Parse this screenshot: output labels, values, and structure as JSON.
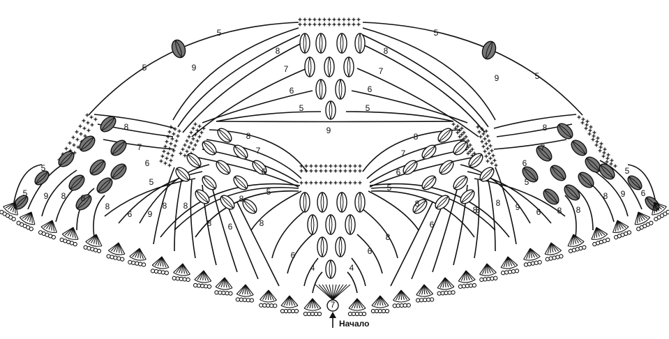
{
  "diagram": {
    "start_label": "Начало",
    "start_ring": "7",
    "labels": [
      {
        "t": "5"
      },
      {
        "t": "5"
      },
      {
        "t": "5"
      },
      {
        "t": "5"
      },
      {
        "t": "9"
      },
      {
        "t": "9"
      },
      {
        "t": "8"
      },
      {
        "t": "8"
      },
      {
        "t": "7"
      },
      {
        "t": "7"
      },
      {
        "t": "6"
      },
      {
        "t": "6"
      },
      {
        "t": "5"
      },
      {
        "t": "5"
      },
      {
        "t": "9"
      },
      {
        "t": "8"
      },
      {
        "t": "7"
      },
      {
        "t": "6"
      },
      {
        "t": "5"
      },
      {
        "t": "5"
      },
      {
        "t": "5"
      },
      {
        "t": "9"
      },
      {
        "t": "8"
      },
      {
        "t": "8"
      },
      {
        "t": "8"
      },
      {
        "t": "6"
      },
      {
        "t": "9"
      },
      {
        "t": "8"
      },
      {
        "t": "8"
      },
      {
        "t": "8"
      },
      {
        "t": "7"
      },
      {
        "t": "6"
      },
      {
        "t": "5"
      },
      {
        "t": "8"
      },
      {
        "t": "7"
      },
      {
        "t": "6"
      },
      {
        "t": "5"
      },
      {
        "t": "8"
      },
      {
        "t": "6"
      },
      {
        "t": "8"
      },
      {
        "t": "8"
      },
      {
        "t": "6"
      },
      {
        "t": "4"
      },
      {
        "t": "5"
      },
      {
        "t": "5"
      },
      {
        "t": "8"
      },
      {
        "t": "6"
      },
      {
        "t": "8"
      },
      {
        "t": "8"
      },
      {
        "t": "6"
      },
      {
        "t": "4"
      },
      {
        "t": "8"
      },
      {
        "t": "7"
      },
      {
        "t": "6"
      },
      {
        "t": "5"
      },
      {
        "t": "8"
      },
      {
        "t": "8"
      },
      {
        "t": "9"
      },
      {
        "t": "6"
      },
      {
        "t": "8"
      },
      {
        "t": "8"
      },
      {
        "t": "8"
      },
      {
        "t": "9"
      },
      {
        "t": "6"
      },
      {
        "t": "8"
      },
      {
        "t": "5"
      },
      {
        "t": "5"
      }
    ]
  }
}
